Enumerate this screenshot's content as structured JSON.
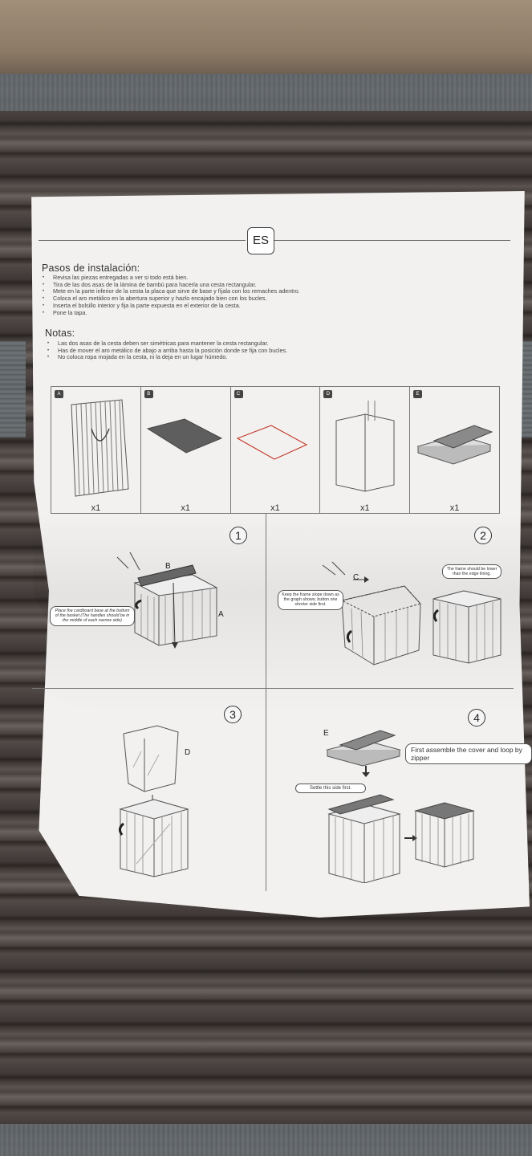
{
  "badge": "ES",
  "section_install": {
    "title": "Pasos de instalación:",
    "items": [
      "Revisa las piezas entregadas a ver si todo está bien.",
      "Tira de las dos asas de la lámina de bambú para hacerla una cesta rectangular.",
      "Mete en la parte inferior de la cesta la placa que sirve de base y fíjala con los remaches adentro.",
      "Coloca el aro metálico en la abertura superior y hazlo encajado bien con los bucles.",
      "Inserta el bolsillo interior y fija la parte expuesta en el exterior de la cesta.",
      "Pone la tapa."
    ]
  },
  "section_notes": {
    "title": "Notas:",
    "items": [
      "Las dos asas de la cesta deben ser simétricas para mantener la cesta rectangular.",
      "Has de mover el aro metálico de abajo a arriba hasta la posición donde se fija con bucles.",
      "No coloca ropa mojada en la cesta, ni la deja en un lugar húmedo."
    ]
  },
  "parts": [
    {
      "letter": "A",
      "qty": "x1"
    },
    {
      "letter": "B",
      "qty": "x1"
    },
    {
      "letter": "C",
      "qty": "x1"
    },
    {
      "letter": "D",
      "qty": "x1"
    },
    {
      "letter": "E",
      "qty": "x1"
    }
  ],
  "steps": {
    "s1": {
      "num": "1",
      "label_b": "B",
      "label_a": "A",
      "callout": "Place the cardboard base at the bottom of the basket (The handles should be in the middle of each narrow side)"
    },
    "s2": {
      "num": "2",
      "label_c": "C",
      "callout_left": "Keep the frame slope down as the graph shows; button one shorter side first.",
      "callout_right": "The frame should be lower than the edge lining."
    },
    "s3": {
      "num": "3",
      "label_d": "D"
    },
    "s4": {
      "num": "4",
      "label_e": "E",
      "callout_top": "First assemble the cover and loop by zipper",
      "callout_side": "Settle this side first."
    }
  }
}
